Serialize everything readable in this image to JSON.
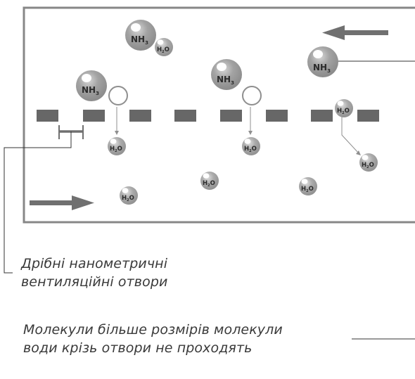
{
  "labels": {
    "holes_caption": "Дрібні нанометричні вентиляційні отвори",
    "molecules_caption": "Молекули більше розмірів молекули води крізь отвори не проходять"
  },
  "molecules": {
    "ammonia": {
      "main": "NH",
      "sub": "3"
    },
    "water": {
      "main_h": "H",
      "sub": "2",
      "main_o": "O"
    }
  },
  "colors": {
    "frame": "#878787",
    "membrane": "#676767",
    "arrow": "#707070",
    "ammonia_fill": "#989898",
    "water_fill": "#a0a0a0",
    "leader": "#333333"
  },
  "icons": {
    "flow_right": "arrow-right-icon",
    "flow_left": "arrow-left-icon"
  }
}
